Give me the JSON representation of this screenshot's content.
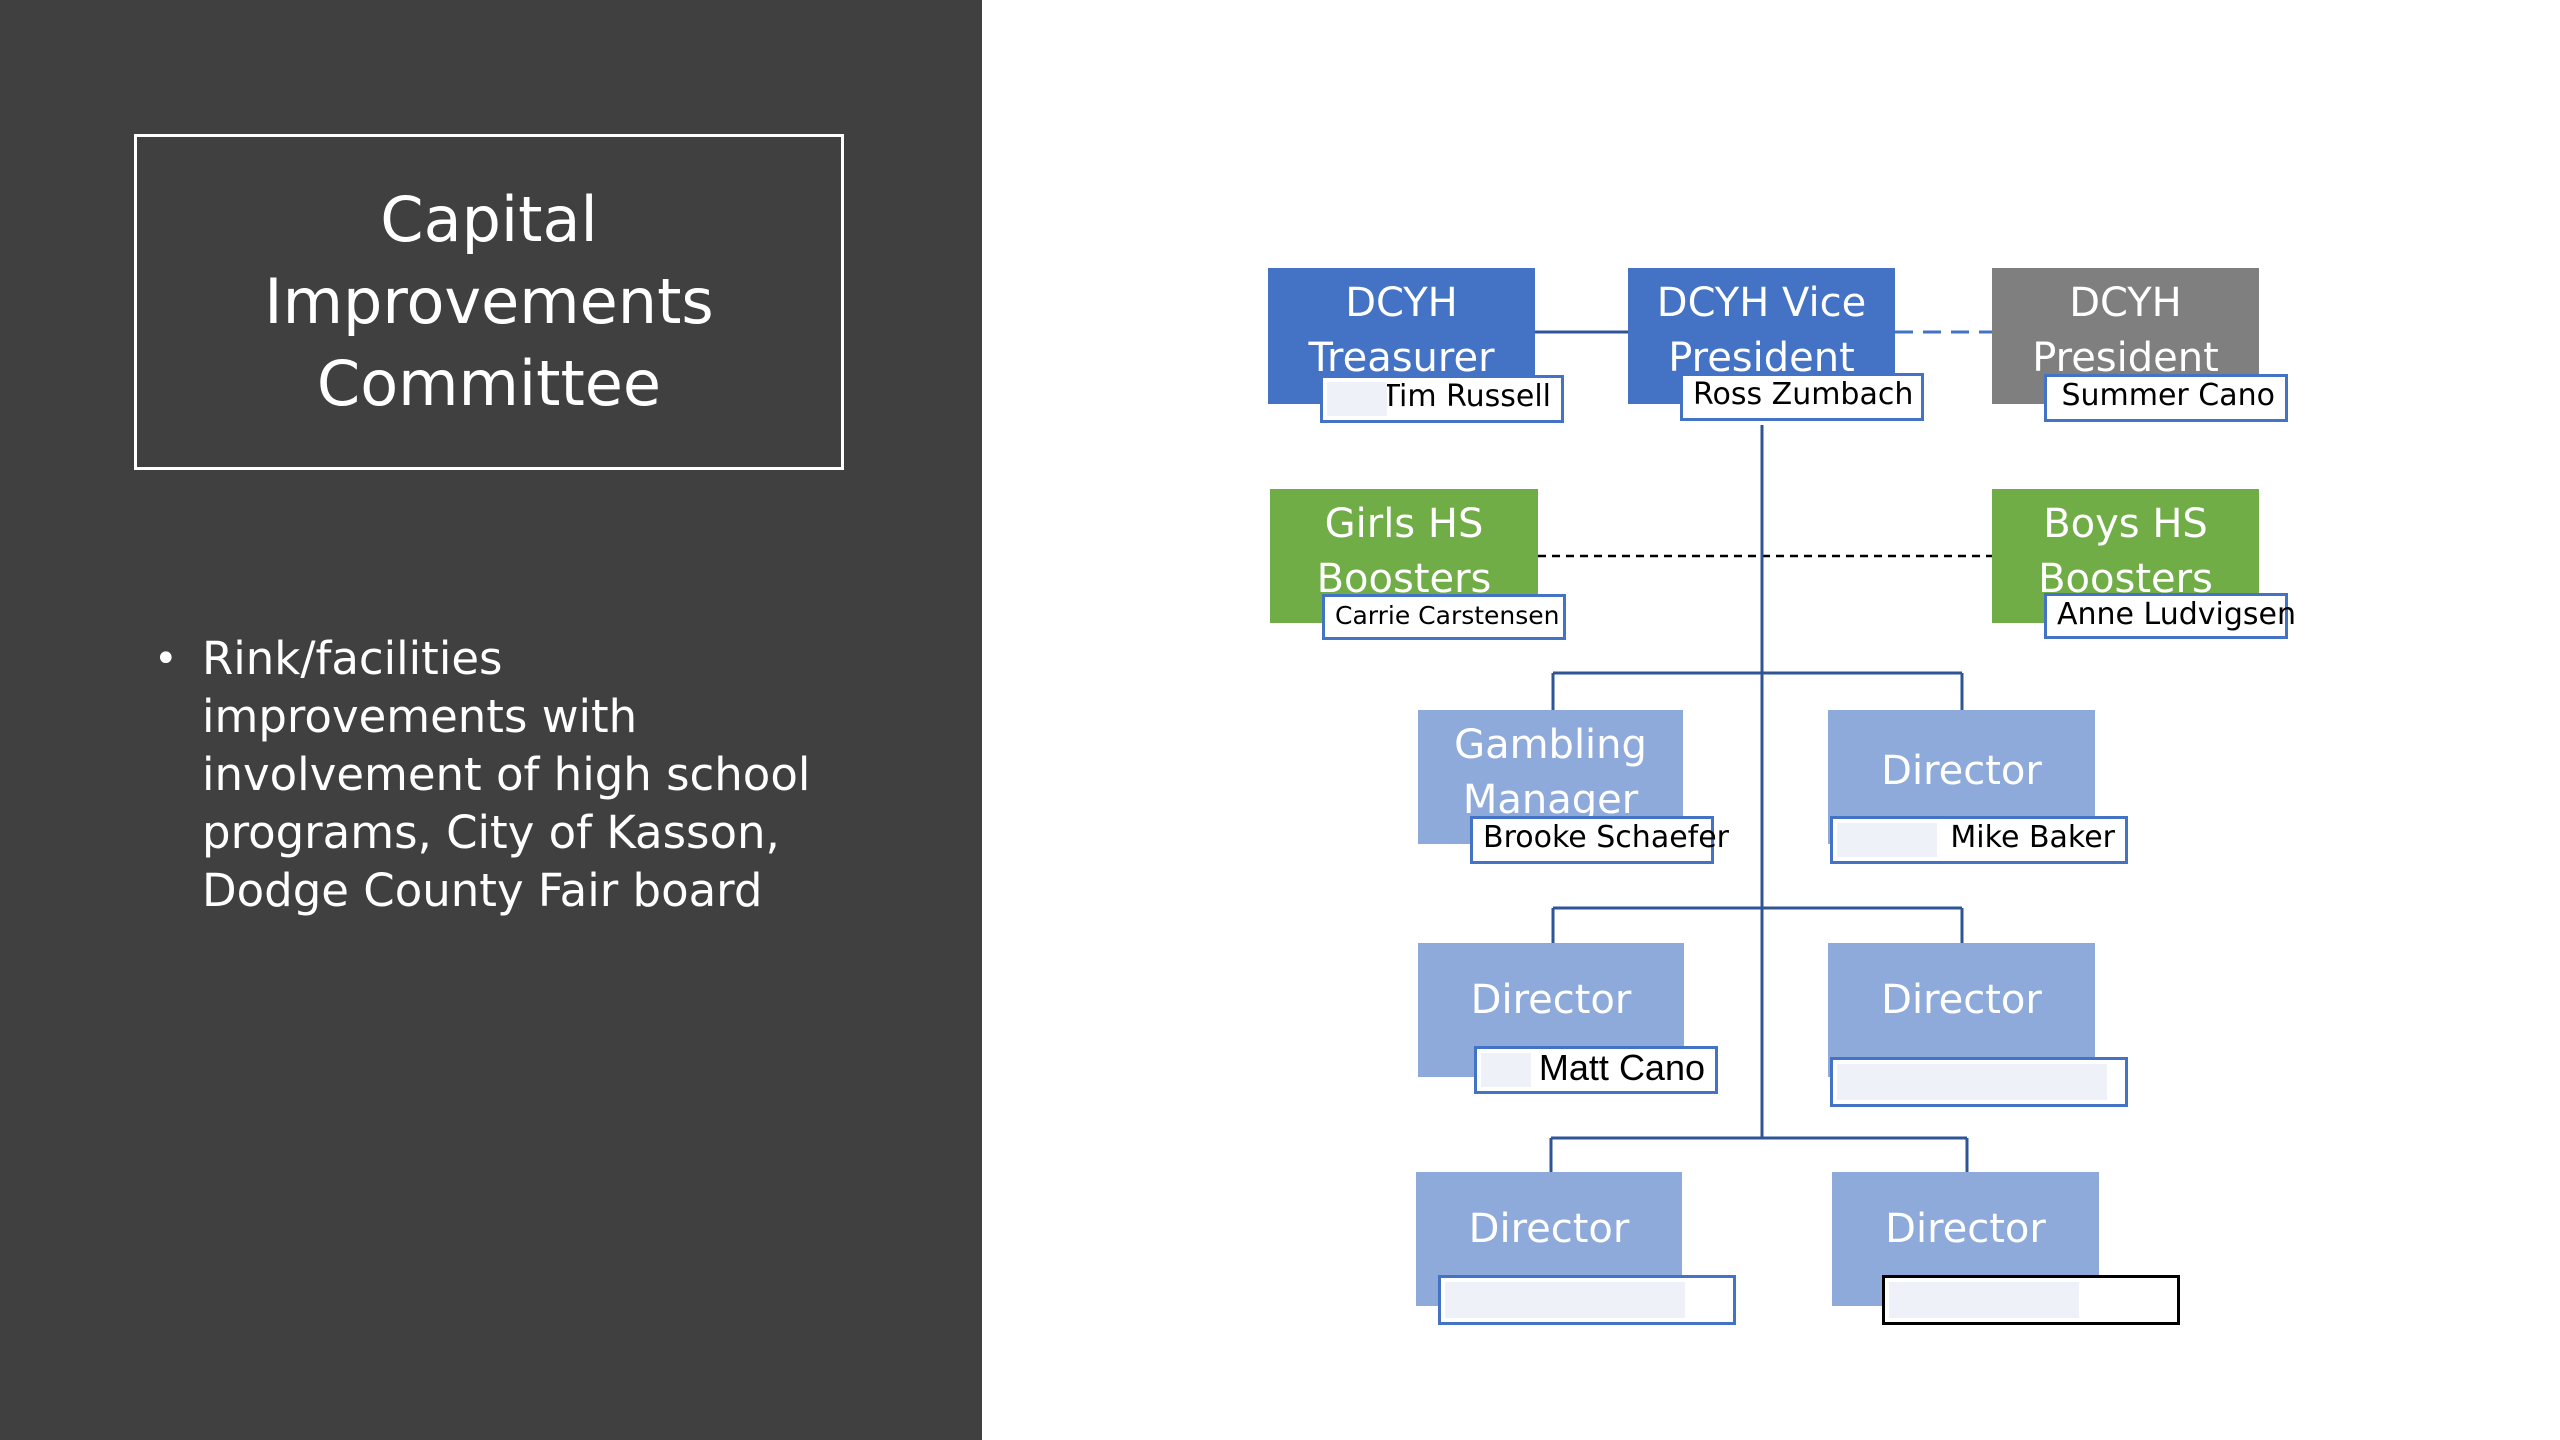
{
  "title": "Capital Improvements Committee",
  "bullets": [
    "Rink/facilities improvements with involvement of high school programs, City of Kasson, Dodge County Fair board"
  ],
  "org_chart": {
    "treasurer": {
      "role": "DCYH Treasurer",
      "name": "Tim Russell"
    },
    "vice_president": {
      "role": "DCYH Vice President",
      "name": "Ross Zumbach"
    },
    "president": {
      "role": "DCYH President",
      "name": "Summer Cano"
    },
    "girls_boosters": {
      "role": "Girls HS Boosters",
      "name": "Carrie Carstensen"
    },
    "boys_boosters": {
      "role": "Boys HS Boosters",
      "name": "Anne Ludvigsen"
    },
    "gambling_manager": {
      "role": "Gambling Manager",
      "name": "Brooke Schaefer"
    },
    "director_1": {
      "role": "Director",
      "name": "Mike Baker"
    },
    "director_2": {
      "role": "Director",
      "name": "Matt Cano"
    },
    "director_3": {
      "role": "Director",
      "name": ""
    },
    "director_4": {
      "role": "Director",
      "name": ""
    },
    "director_5": {
      "role": "Director",
      "name": ""
    }
  },
  "colors": {
    "left_panel": "#404040",
    "officer": "#4472c4",
    "president": "#7f7f7f",
    "boosters": "#70ad47",
    "board": "#8eaadb",
    "connector": "#2f5597"
  }
}
